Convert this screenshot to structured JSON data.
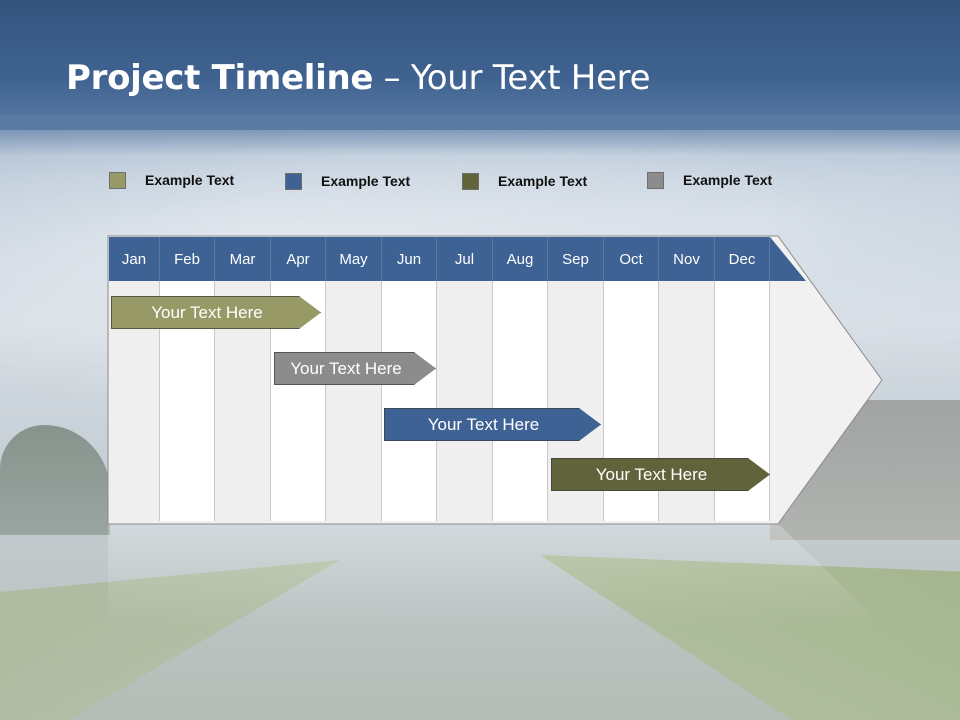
{
  "title": {
    "bold": "Project Timeline",
    "rest": " – Your Text Here"
  },
  "legend": [
    {
      "label": "Example Text",
      "color": "#979a67"
    },
    {
      "label": "Example Text",
      "color": "#3f6294"
    },
    {
      "label": "Example Text",
      "color": "#61643a"
    },
    {
      "label": "Example Text",
      "color": "#8c8c8c"
    }
  ],
  "months": [
    "Jan",
    "Feb",
    "Mar",
    "Apr",
    "May",
    "Jun",
    "Jul",
    "Aug",
    "Sep",
    "Oct",
    "Nov",
    "Dec"
  ],
  "tasks": [
    {
      "label": "Your  Text Here",
      "start_month": "Jan",
      "end_month": "Apr",
      "color": "#979a67"
    },
    {
      "label": "Your  Text Here",
      "start_month": "Apr",
      "end_month": "Jun",
      "color": "#8c8c8c"
    },
    {
      "label": "Your  Text Here",
      "start_month": "Jun",
      "end_month": "Sep",
      "color": "#3f6294"
    },
    {
      "label": "Your  Text Here",
      "start_month": "Sep",
      "end_month": "Dec",
      "color": "#61643a"
    }
  ],
  "colors": {
    "header_band": "#3f6290",
    "month_header": "#3e6294"
  }
}
